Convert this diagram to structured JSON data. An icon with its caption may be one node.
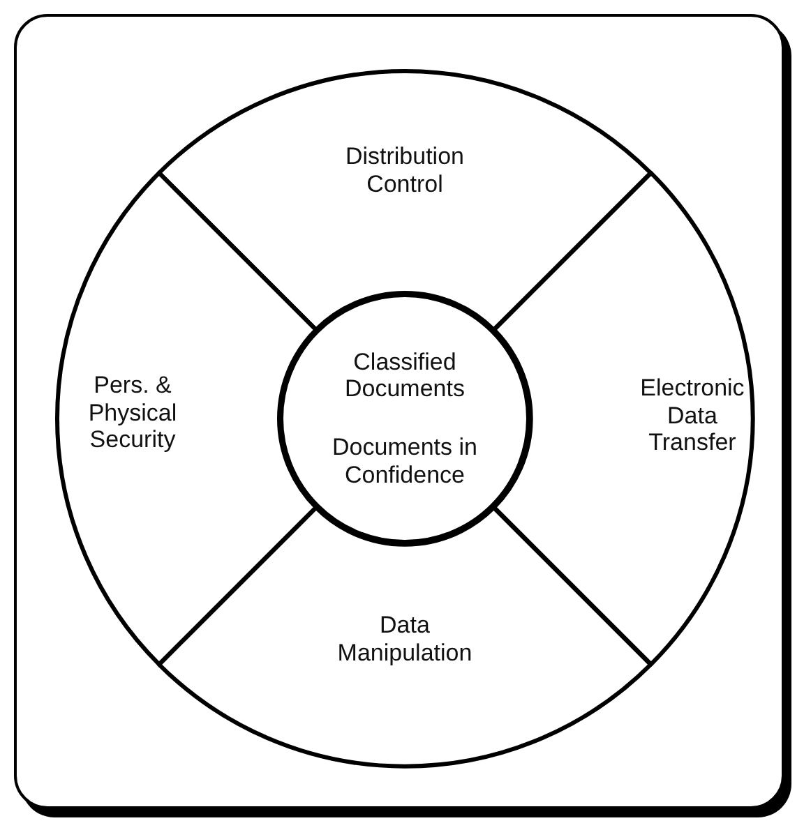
{
  "diagram": {
    "nodes": [
      {
        "text": [
          "Distribution Control"
        ]
      },
      {
        "text": [
          "Pers. & Physical Security"
        ]
      },
      {
        "text": [
          "Classified Documents",
          "Documents in Confidence"
        ]
      },
      {
        "text": [
          "Electronic Data Transfer"
        ]
      },
      {
        "text": [
          "Data Manipulation"
        ]
      }
    ]
  }
}
